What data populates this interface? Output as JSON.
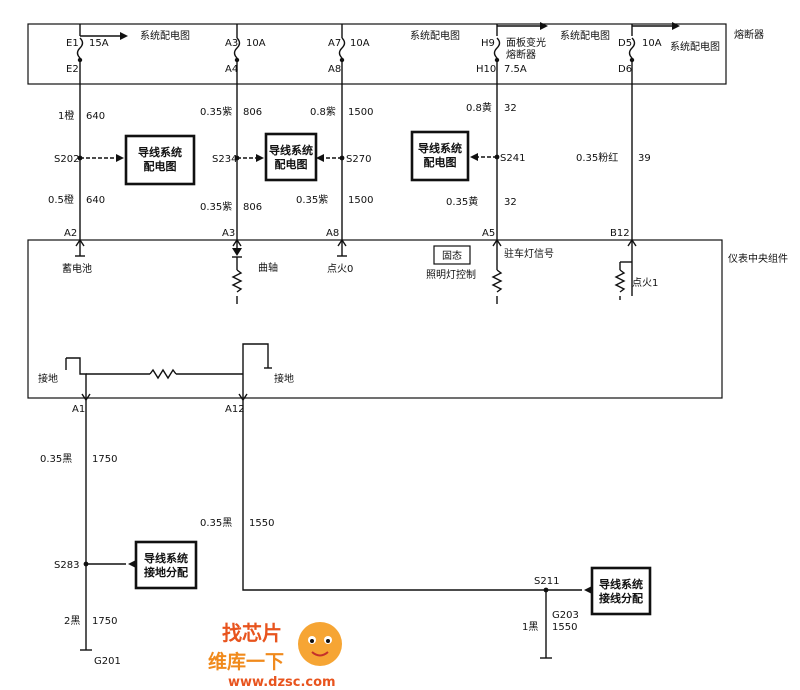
{
  "fuse_block": {
    "title": "熔断器",
    "fuses": [
      {
        "top_pin": "E1",
        "bottom_pin": "E2",
        "rating": "15A",
        "ref": "系统配电图"
      },
      {
        "top_pin": "A3",
        "bottom_pin": "A4",
        "rating": "10A",
        "ref": ""
      },
      {
        "top_pin": "A7",
        "bottom_pin": "A8",
        "rating": "10A",
        "ref": "系统配电图"
      },
      {
        "top_pin": "H9",
        "bottom_pin": "H10",
        "rating": "7.5A",
        "name": "面板变光熔断器",
        "ref": "系统配电图"
      },
      {
        "top_pin": "D5",
        "bottom_pin": "D6",
        "rating": "10A",
        "ref": "系统配电图"
      }
    ]
  },
  "wires": [
    {
      "upper_spec": "1橙",
      "upper_circuit": "640",
      "splice": "S202",
      "lower_spec": "0.5橙",
      "lower_circuit": "640",
      "pin": "A2",
      "func": "蓄电池"
    },
    {
      "upper_spec": "0.35紫",
      "upper_circuit": "806",
      "splice": "S234",
      "lower_spec": "0.35紫",
      "lower_circuit": "806",
      "pin": "A3",
      "func": "曲轴"
    },
    {
      "upper_spec": "0.8紫",
      "upper_circuit": "1500",
      "splice": "S270",
      "lower_spec": "0.35紫",
      "lower_circuit": "1500",
      "pin": "A8",
      "func": "点火0"
    },
    {
      "upper_spec": "0.8黄",
      "upper_circuit": "32",
      "splice": "S241",
      "lower_spec": "0.35黄",
      "lower_circuit": "32",
      "pin": "A5",
      "func": "驻车灯信号"
    },
    {
      "upper_spec": "0.35粉红",
      "upper_circuit": "39",
      "pin": "B12",
      "func": "点火1"
    }
  ],
  "ref_boxes": {
    "wiring_dist_1": "导线系统\n配电图",
    "wiring_dist_2": "导线系统\n配电图",
    "wiring_dist_3": "导线系统\n配电图",
    "ground_dist": "导线系统\n接地分配",
    "splice_dist": "导线系统\n接线分配"
  },
  "cluster": {
    "title": "仪表中央组件",
    "solid_state": "固态",
    "lighting_control": "照明灯控制",
    "ground_label_1": "接地",
    "ground_label_2": "接地",
    "pin_a1": "A1",
    "pin_a12": "A12"
  },
  "ground_wires": {
    "a1_spec": "0.35黑",
    "a1_circuit": "1750",
    "splice_s283": "S283",
    "a1_lower_spec": "2黑",
    "a1_lower_circuit": "1750",
    "ground_g201": "G201",
    "a12_spec": "0.35黑",
    "a12_circuit": "1550",
    "splice_s211": "S211",
    "g203": "G203",
    "g203_spec": "1黑",
    "g203_circuit": "1550"
  },
  "watermark": {
    "logo_top": "找芯片",
    "brand": "维库一下",
    "url": "www.dzsc.com"
  }
}
